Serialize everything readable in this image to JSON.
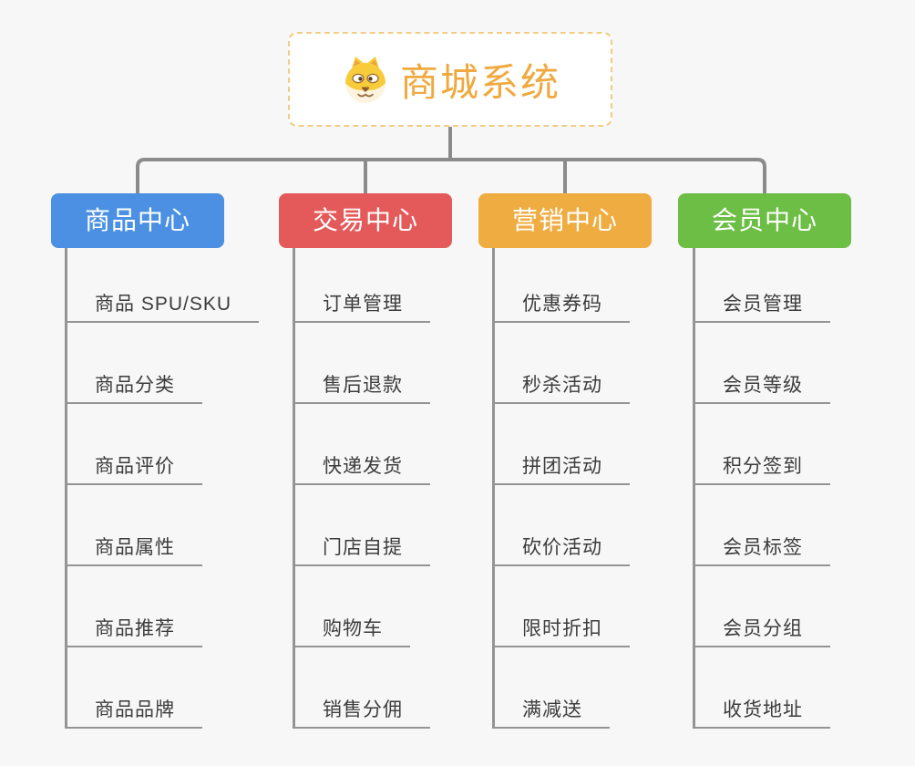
{
  "root": {
    "title": "商城系统",
    "icon": "dog-icon"
  },
  "branches": [
    {
      "id": "product-center",
      "label": "商品中心",
      "color": "#4b90e2",
      "items": [
        "商品 SPU/SKU",
        "商品分类",
        "商品评价",
        "商品属性",
        "商品推荐",
        "商品品牌"
      ]
    },
    {
      "id": "trade-center",
      "label": "交易中心",
      "color": "#e45a5a",
      "items": [
        "订单管理",
        "售后退款",
        "快递发货",
        "门店自提",
        "购物车",
        "销售分佣"
      ]
    },
    {
      "id": "marketing-center",
      "label": "营销中心",
      "color": "#efac41",
      "items": [
        "优惠券码",
        "秒杀活动",
        "拼团活动",
        "砍价活动",
        "限时折扣",
        "满减送"
      ]
    },
    {
      "id": "member-center",
      "label": "会员中心",
      "color": "#6dbe45",
      "items": [
        "会员管理",
        "会员等级",
        "积分签到",
        "会员标签",
        "会员分组",
        "收货地址"
      ]
    }
  ],
  "style": {
    "background": "#f7f7f7",
    "connector_color": "#8b8b8b",
    "leaf_line_color": "#949494",
    "leaf_text_color": "#3c3c3c",
    "root_text_color": "#efa93f",
    "root_border_color": "#f3cb85"
  }
}
